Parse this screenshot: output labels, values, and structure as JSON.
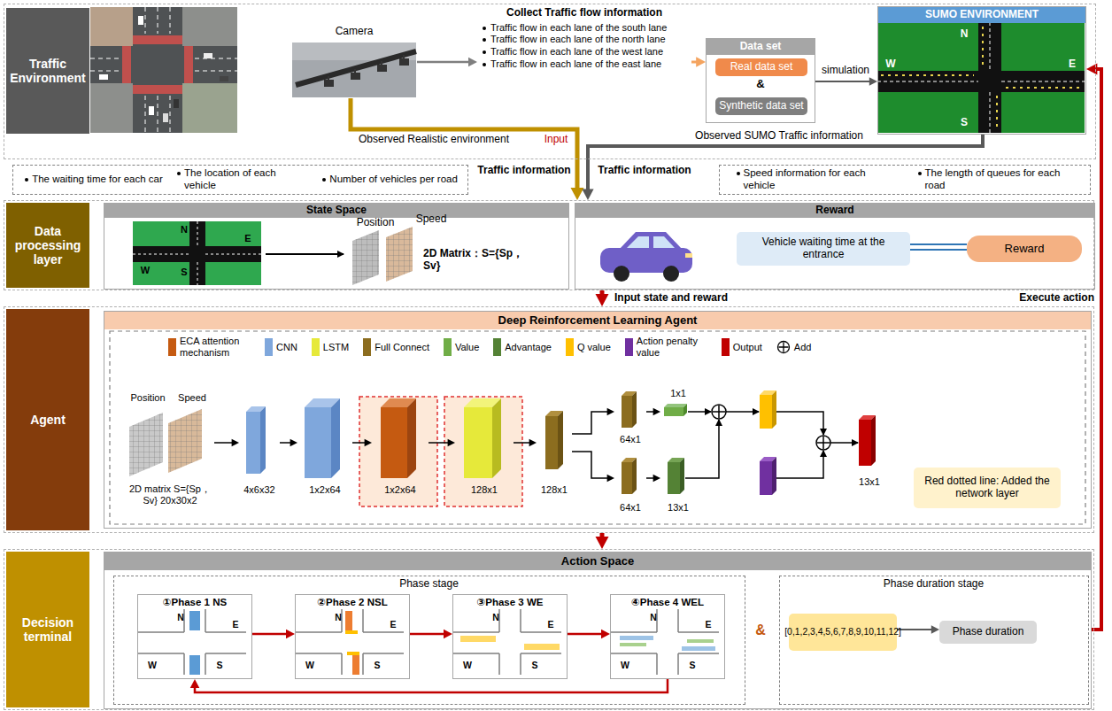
{
  "diagram": {
    "nodes": [
      {
        "text": [
          "Traffic Environment"
        ]
      },
      {
        "text": [
          "Camera"
        ],
        "in": 0
      },
      {
        "text": [
          "Collect Traffic flow information",
          "Traffic flow in each lane of the south lane",
          "Traffic flow in each lane of the north lane",
          "Traffic flow in each lane of the west lane",
          "Traffic flow in each lane of the east lane"
        ],
        "in": 0
      },
      {
        "text": [
          "Data set",
          "&"
        ],
        "in": 0
      },
      {
        "text": [
          "Real data set"
        ],
        "in": 3
      },
      {
        "text": [
          "Synthetic data set"
        ],
        "in": 3
      },
      {
        "text": [
          "SUMO ENVIRONMENT",
          "N",
          "W",
          "E",
          "S"
        ],
        "in": 0
      },
      {
        "text": [
          "The waiting time for each car",
          "The location of each vehicle",
          "Number of vehicles per road"
        ]
      },
      {
        "text": [
          "Speed information for each vehicle",
          "The length of queues for each road"
        ]
      },
      {
        "text": [
          "Data processing layer"
        ]
      },
      {
        "text": [
          "State Space",
          "N",
          "E",
          "W",
          "S",
          "Position",
          "Speed",
          "2D Matrix：S={Sp，Sv}"
        ],
        "in": 9
      },
      {
        "text": [
          "Reward"
        ],
        "in": 9
      },
      {
        "text": [
          "Vehicle waiting time at the entrance"
        ],
        "in": 11
      },
      {
        "text": [
          "Reward"
        ],
        "in": 11
      },
      {
        "text": [
          "Agent"
        ]
      },
      {
        "text": [
          "Deep Reinforcement Learning Agent"
        ],
        "in": 14
      },
      {
        "text": [
          "Position",
          "Speed",
          "2D matrix S={Sp，Sv} 20x30x2"
        ],
        "in": 15
      },
      {
        "text": [
          "4x6x32"
        ],
        "in": 15
      },
      {
        "text": [
          "1x2x64"
        ],
        "in": 15
      },
      {
        "text": [
          "1x2x64"
        ],
        "in": 15
      },
      {
        "text": [
          "128x1"
        ],
        "in": 15
      },
      {
        "text": [
          "128x1"
        ],
        "in": 15
      },
      {
        "text": [
          "64x1"
        ],
        "in": 15
      },
      {
        "text": [
          "1x1"
        ],
        "in": 15
      },
      {
        "text": [
          "64x1"
        ],
        "in": 15
      },
      {
        "text": [
          "13x1"
        ],
        "in": 15
      },
      {
        "text": [
          "13x1"
        ],
        "in": 15
      },
      {
        "text": [
          "Red dotted line: Added the network layer"
        ],
        "in": 15
      },
      {
        "text": [
          "Decision terminal"
        ]
      },
      {
        "text": [
          "Action Space"
        ],
        "in": 28
      },
      {
        "text": [
          "Phase stage"
        ],
        "in": 29
      },
      {
        "text": [
          "①Phase 1 NS",
          "N",
          "E",
          "W",
          "S"
        ],
        "in": 30
      },
      {
        "text": [
          "②Phase 2 NSL",
          "N",
          "E",
          "W",
          "S"
        ],
        "in": 30
      },
      {
        "text": [
          "③Phase 3 WE",
          "N",
          "E",
          "W",
          "S"
        ],
        "in": 30
      },
      {
        "text": [
          "④Phase 4 WEL",
          "N",
          "E",
          "W",
          "S"
        ],
        "in": 30
      },
      {
        "text": [
          "Phase duration stage"
        ],
        "in": 29
      },
      {
        "text": [
          "[0,1,2,3,4,5,6,7,8,9,10,11,12]"
        ],
        "in": 35
      },
      {
        "text": [
          "Phase duration"
        ],
        "in": 35
      }
    ],
    "edges": [
      {
        "from": 1,
        "to": 2,
        "arrow": "to"
      },
      {
        "from": 2,
        "to": 3,
        "arrow": "to"
      },
      {
        "from": 3,
        "to": 6,
        "arrow": "to",
        "label": "simulation"
      },
      {
        "from": 1,
        "to": 9,
        "arrow": "to",
        "label": "Observed Realistic environment"
      },
      {
        "from": 6,
        "to": 9,
        "arrow": "to",
        "label": "Observed SUMO Traffic information"
      },
      {
        "from": 9,
        "to": 14,
        "arrow": "to",
        "label": "Input state and reward"
      },
      {
        "from": 14,
        "to": 28,
        "arrow": "to"
      },
      {
        "from": 29,
        "to": 6,
        "arrow": "to",
        "label": "Execute action"
      },
      {
        "from": 16,
        "to": 17,
        "arrow": "to"
      },
      {
        "from": 17,
        "to": 18,
        "arrow": "to"
      },
      {
        "from": 18,
        "to": 19,
        "arrow": "to"
      },
      {
        "from": 19,
        "to": 20,
        "arrow": "to"
      },
      {
        "from": 20,
        "to": 21,
        "arrow": "to"
      },
      {
        "from": 21,
        "to": 22,
        "arrow": "to"
      },
      {
        "from": 21,
        "to": 24,
        "arrow": "to"
      },
      {
        "from": 22,
        "to": 23,
        "arrow": "to"
      },
      {
        "from": 24,
        "to": 25,
        "arrow": "to"
      },
      {
        "from": 31,
        "to": 32,
        "arrow": "to"
      },
      {
        "from": 32,
        "to": 33,
        "arrow": "to"
      },
      {
        "from": 33,
        "to": 34,
        "arrow": "to"
      },
      {
        "from": 34,
        "to": 31,
        "arrow": "to"
      },
      {
        "from": 36,
        "to": 37,
        "arrow": "to"
      },
      {
        "from": 12,
        "to": 13,
        "arrow": "none"
      }
    ],
    "labels": [
      "Input",
      "Traffic information",
      "Traffic information",
      "&"
    ],
    "legend": [
      {
        "text": "ECA attention mechanism",
        "color": "#c55a11"
      },
      {
        "text": "CNN",
        "color": "#7fa7dc"
      },
      {
        "text": "LSTM",
        "color": "#e6e93a"
      },
      {
        "text": "Full Connect",
        "color": "#8c6d1f"
      },
      {
        "text": "Value",
        "color": "#70ad47"
      },
      {
        "text": "Advantage",
        "color": "#548235"
      },
      {
        "text": "Q value",
        "color": "#ffc000"
      },
      {
        "text": "Action penalty value",
        "color": "#7030a0"
      },
      {
        "text": "Output",
        "color": "#c00000"
      },
      {
        "text": "Add"
      }
    ]
  }
}
